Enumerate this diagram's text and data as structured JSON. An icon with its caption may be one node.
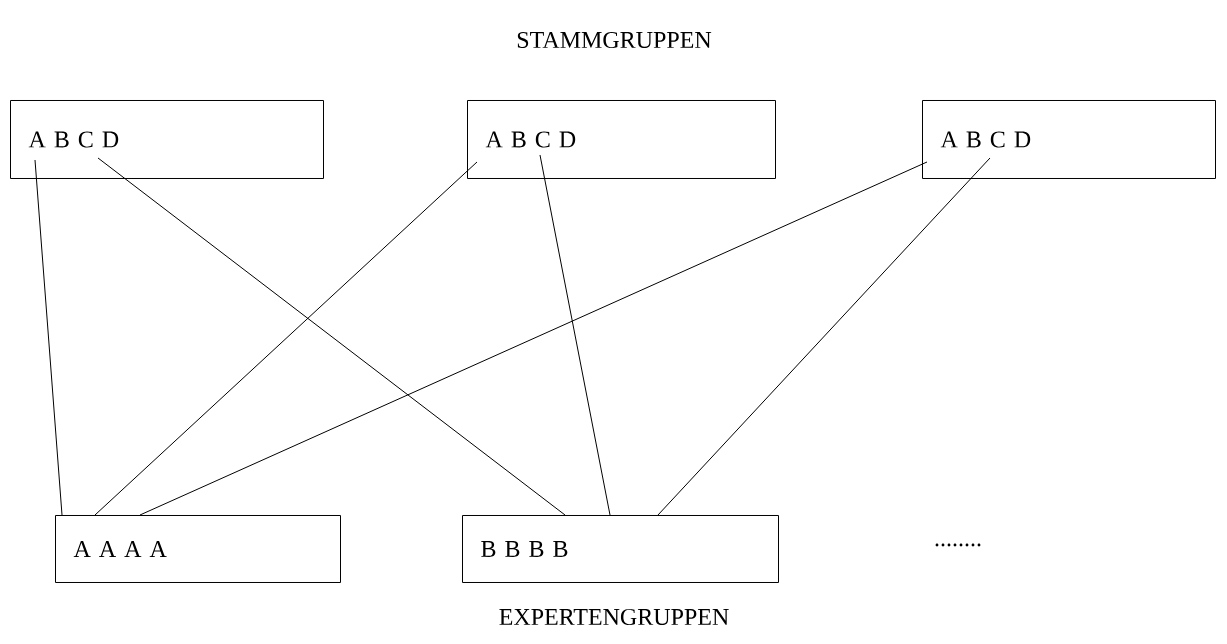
{
  "diagram": {
    "title": "STAMMGRUPPEN",
    "caption": "EXPERTENGRUPPEN",
    "nodes": [
      {
        "text": [
          "A B C D"
        ]
      },
      {
        "text": [
          "A B C D"
        ]
      },
      {
        "text": [
          "A B C D"
        ]
      },
      {
        "text": [
          "A A A A"
        ]
      },
      {
        "text": [
          "B B B B"
        ]
      }
    ],
    "edges": [
      {
        "from": 0,
        "to": 3,
        "arrow": "none"
      },
      {
        "from": 0,
        "to": 4,
        "arrow": "none"
      },
      {
        "from": 1,
        "to": 3,
        "arrow": "none"
      },
      {
        "from": 1,
        "to": 4,
        "arrow": "none"
      },
      {
        "from": 2,
        "to": 3,
        "arrow": "none"
      },
      {
        "from": 2,
        "to": 4,
        "arrow": "none"
      }
    ],
    "labels": [
      "........"
    ]
  }
}
